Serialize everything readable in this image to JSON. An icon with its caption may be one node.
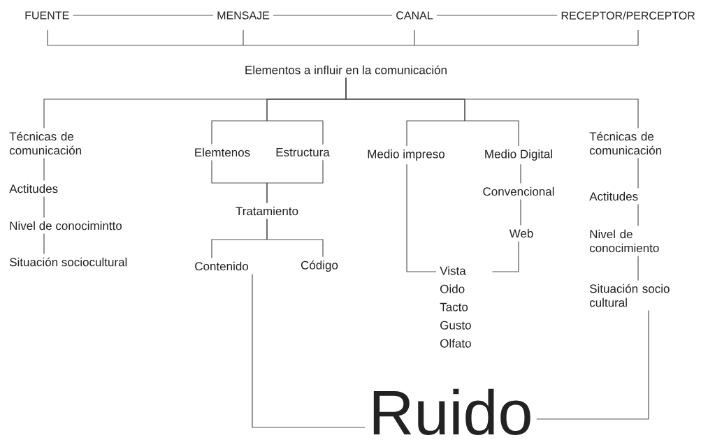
{
  "diagram": {
    "nodes": [
      {
        "text": [
          "FUENTE"
        ]
      },
      {
        "text": [
          "MENSAJE"
        ]
      },
      {
        "text": [
          "CANAL"
        ]
      },
      {
        "text": [
          "RECEPTOR/PERCEPTOR"
        ]
      },
      {
        "text": [
          "Elementos a influir en la comunicación"
        ]
      },
      {
        "text": [
          "Técnicas de comunicación"
        ]
      },
      {
        "text": [
          "Actitudes"
        ]
      },
      {
        "text": [
          "Nivel de conocimintto"
        ]
      },
      {
        "text": [
          "Situación sociocultural"
        ]
      },
      {
        "text": [
          "Elemtenos"
        ]
      },
      {
        "text": [
          "Estructura"
        ]
      },
      {
        "text": [
          "Tratamiento"
        ]
      },
      {
        "text": [
          "Contenido"
        ]
      },
      {
        "text": [
          "Código"
        ]
      },
      {
        "text": [
          "Medio impreso"
        ]
      },
      {
        "text": [
          "Medio Digital"
        ]
      },
      {
        "text": [
          "Convencional"
        ]
      },
      {
        "text": [
          "Web"
        ]
      },
      {
        "text": [
          "Vista",
          "Oido",
          "Tacto",
          "Gusto",
          "Olfato"
        ]
      },
      {
        "text": [
          "Técnicas de comunicación"
        ]
      },
      {
        "text": [
          "Actitudes"
        ]
      },
      {
        "text": [
          "Nivel de conocimiento"
        ]
      },
      {
        "text": [
          "Situación socio cultural"
        ]
      },
      {
        "text": [
          "Ruido"
        ]
      }
    ],
    "edges": [
      {
        "from": 0,
        "to": 1,
        "arrow": "none"
      },
      {
        "from": 1,
        "to": 2,
        "arrow": "none"
      },
      {
        "from": 2,
        "to": 3,
        "arrow": "none"
      },
      {
        "from": 4,
        "to": 5,
        "arrow": "none"
      },
      {
        "from": 4,
        "to": 9,
        "arrow": "none"
      },
      {
        "from": 4,
        "to": 10,
        "arrow": "none"
      },
      {
        "from": 4,
        "to": 14,
        "arrow": "none"
      },
      {
        "from": 4,
        "to": 15,
        "arrow": "none"
      },
      {
        "from": 4,
        "to": 19,
        "arrow": "none"
      },
      {
        "from": 5,
        "to": 6,
        "arrow": "none"
      },
      {
        "from": 6,
        "to": 7,
        "arrow": "none"
      },
      {
        "from": 7,
        "to": 8,
        "arrow": "none"
      },
      {
        "from": 9,
        "to": 11,
        "arrow": "none"
      },
      {
        "from": 10,
        "to": 11,
        "arrow": "none"
      },
      {
        "from": 11,
        "to": 12,
        "arrow": "none"
      },
      {
        "from": 11,
        "to": 13,
        "arrow": "none"
      },
      {
        "from": 14,
        "to": 18,
        "arrow": "none"
      },
      {
        "from": 17,
        "to": 18,
        "arrow": "none"
      },
      {
        "from": 15,
        "to": 16,
        "arrow": "none"
      },
      {
        "from": 16,
        "to": 17,
        "arrow": "none"
      },
      {
        "from": 19,
        "to": 20,
        "arrow": "none"
      },
      {
        "from": 20,
        "to": 21,
        "arrow": "none"
      },
      {
        "from": 21,
        "to": 22,
        "arrow": "none"
      },
      {
        "from": 12,
        "to": 23,
        "arrow": "none"
      },
      {
        "from": 22,
        "to": 23,
        "arrow": "none"
      }
    ]
  }
}
